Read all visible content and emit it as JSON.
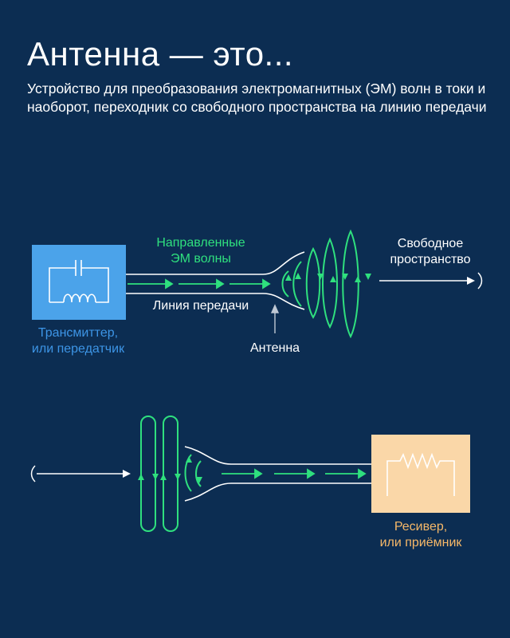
{
  "title": "Антенна — это...",
  "subtitle": "Устройство для преобразования электромагнитных (ЭМ) волн в токи и наоборот, переходник со свободного пространства на линию передачи",
  "colors": {
    "background": "#0c2d52",
    "transmitter": "#4ba3ea",
    "receiver": "#fad7a8",
    "wave": "#2fe07e",
    "transmitter_text": "#3d95e6",
    "receiver_text": "#f6b868"
  },
  "top": {
    "transmitter_label_line1": "Трансмиттер,",
    "transmitter_label_line2": "или передатчик",
    "guided_waves_line1": "Направленные",
    "guided_waves_line2": "ЭМ волны",
    "transmission_line": "Линия передачи",
    "antenna": "Антенна",
    "free_space_line1": "Свободное",
    "free_space_line2": "пространство"
  },
  "bottom": {
    "receiver_label_line1": "Ресивер,",
    "receiver_label_line2": "или приёмник"
  }
}
